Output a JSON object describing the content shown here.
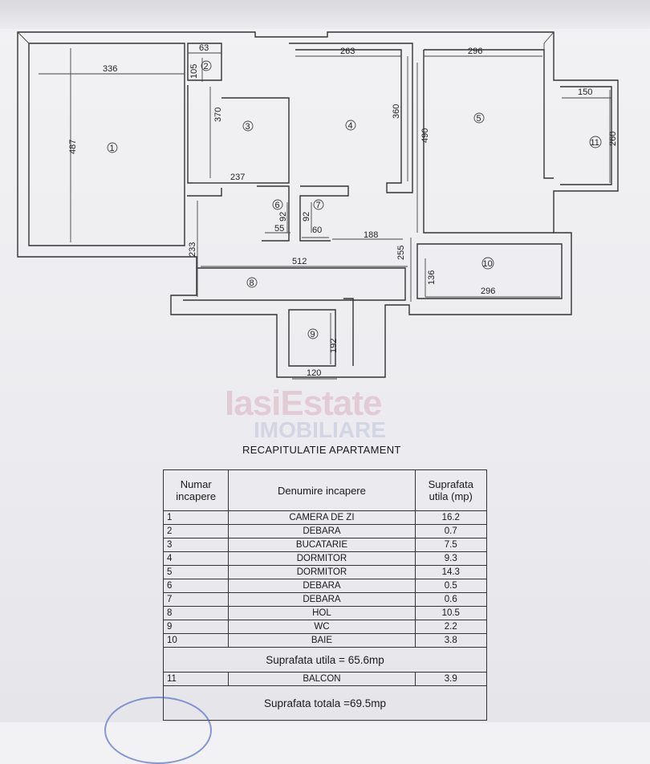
{
  "plan": {
    "dims": {
      "d336": "336",
      "d63": "63",
      "d105": "105",
      "d370": "370",
      "d487": "487",
      "d237": "237",
      "d263": "263",
      "d360": "360",
      "d296a": "296",
      "d490": "490",
      "d150": "150",
      "d260": "260",
      "d92a": "92",
      "d92b": "92",
      "d55": "55",
      "d60": "60",
      "d188": "188",
      "d233": "233",
      "d512": "512",
      "d255": "255",
      "d136": "136",
      "d296b": "296",
      "d192": "192",
      "d120": "120"
    },
    "rooms": {
      "r1": "1",
      "r2": "2",
      "r3": "3",
      "r4": "4",
      "r5": "5",
      "r6": "6",
      "r7": "7",
      "r8": "8",
      "r9": "9",
      "r10": "10",
      "r11": "11"
    }
  },
  "watermark": {
    "line1": "IasiEstate",
    "line2": "IMOBILIARE"
  },
  "summary": {
    "title": "RECAPITULATIE APARTAMENT",
    "headers": {
      "num": "Numar incapere",
      "name": "Denumire incapere",
      "area": "Suprafata utila (mp)"
    },
    "rows": [
      {
        "num": "1",
        "name": "CAMERA DE ZI",
        "area": "16.2"
      },
      {
        "num": "2",
        "name": "DEBARA",
        "area": "0.7"
      },
      {
        "num": "3",
        "name": "BUCATARIE",
        "area": "7.5"
      },
      {
        "num": "4",
        "name": "DORMITOR",
        "area": "9.3"
      },
      {
        "num": "5",
        "name": "DORMITOR",
        "area": "14.3"
      },
      {
        "num": "6",
        "name": "DEBARA",
        "area": "0.5"
      },
      {
        "num": "7",
        "name": "DEBARA",
        "area": "0.6"
      },
      {
        "num": "8",
        "name": "HOL",
        "area": "10.5"
      },
      {
        "num": "9",
        "name": "WC",
        "area": "2.2"
      },
      {
        "num": "10",
        "name": "BAIE",
        "area": "3.8"
      }
    ],
    "useful_total": "Suprafata utila = 65.6mp",
    "balcony": {
      "num": "11",
      "name": "BALCON",
      "area": "3.9"
    },
    "grand_total": "Suprafata totala =69.5mp"
  },
  "colors": {
    "ink": "#333333",
    "paper": "#ececf0",
    "stamp": "#3c5abe"
  }
}
